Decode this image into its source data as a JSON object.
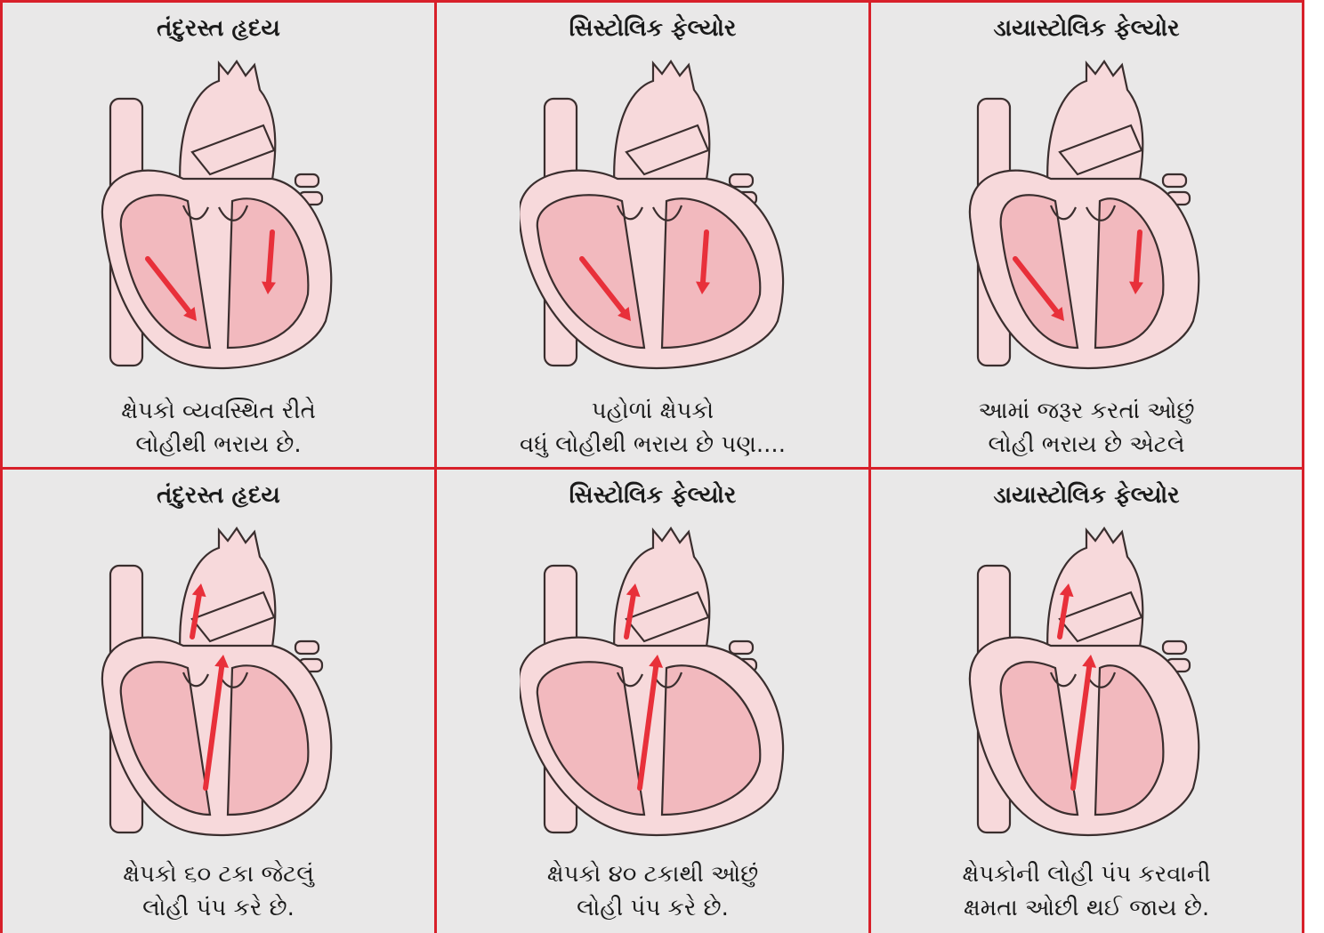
{
  "panels": [
    {
      "title": "તંદુરસ્ત હૃદય",
      "caption": [
        "ક્ષેપકો વ્યવસ્થિત રીતે",
        "લોહીથી ભરાય છે."
      ],
      "mode": "fill",
      "state": "healthy"
    },
    {
      "title": "સિસ્ટોલિક ફેલ્યોર",
      "caption": [
        "પહોળાં ક્ષેપકો",
        "વધું લોહીથી ભરાય છે પણ...."
      ],
      "mode": "fill",
      "state": "systolic"
    },
    {
      "title": "ડાયાસ્ટોલિક ફેલ્યોર",
      "caption": [
        "આમાં જરૂર કરતાં ઓછું",
        "લોહી ભરાય છે એટલે"
      ],
      "mode": "fill",
      "state": "diastolic"
    },
    {
      "title": "તંદુરસ્ત હૃદય",
      "caption": [
        "ક્ષેપકો ૬૦ ટકા જેટલું",
        "લોહી પંપ કરે છે."
      ],
      "mode": "pump",
      "state": "healthy"
    },
    {
      "title": "સિસ્ટોલિક ફેલ્યોર",
      "caption": [
        "ક્ષેપકો ૪૦ ટકાથી ઓછું",
        "લોહી પંપ કરે છે."
      ],
      "mode": "pump",
      "state": "systolic"
    },
    {
      "title": "ડાયાસ્ટોલિક ફેલ્યોર",
      "caption": [
        "ક્ષેપકોની લોહી પંપ કરવાની",
        "ક્ષમતા ઓછી થઈ જાય છે."
      ],
      "mode": "pump",
      "state": "diastolic"
    }
  ],
  "colors": {
    "border": "#d8202a",
    "panel_bg": "#e9e8e8",
    "heart_fill": "#f7d9db",
    "chamber_fill": "#f2b9be",
    "outline": "#3a2e2e",
    "arrow": "#e8303a"
  }
}
